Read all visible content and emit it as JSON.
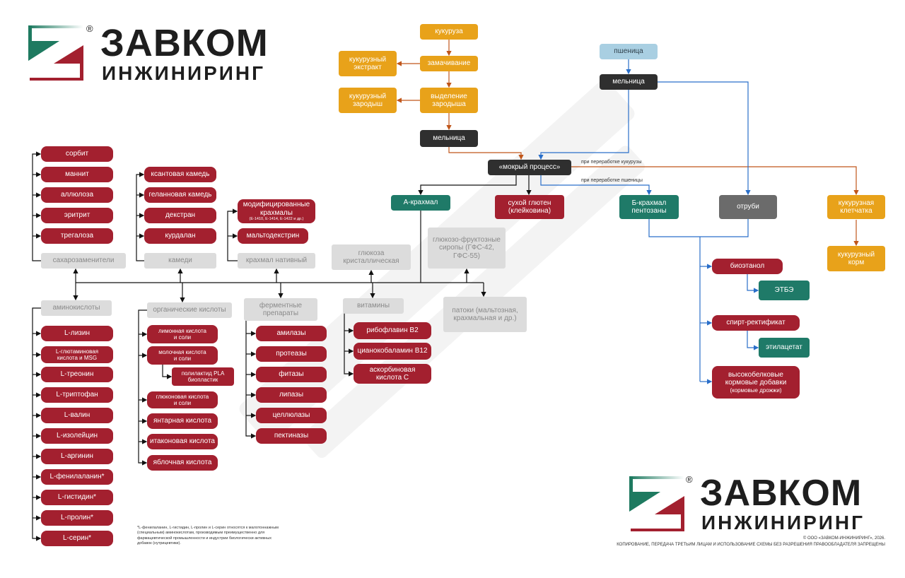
{
  "brand": {
    "line1": "ЗАВКОМ",
    "line2": "ИНЖИНИРИНГ",
    "registered": "®"
  },
  "watermark": "ЗАВКОМ ИНЖИНИРИНГ",
  "colors": {
    "corn": "#e8a21a",
    "product": "#a3202f",
    "process": "#2f2f2f",
    "green": "#1f7a68",
    "raw_wheat": "#a9cfe2",
    "category": "#dcdcdc",
    "corn_line": "#c0561a",
    "wheat_line": "#2a6fc9"
  },
  "corn": {
    "raw": "кукуруза",
    "soaking": "замачивание",
    "extract": "кукурузный\nэкстракт",
    "germ_sep": "выделение\nзародыша",
    "germ": "кукурузный\nзародыш",
    "mill": "мельница",
    "fiber": "кукурузная\nклетчатка",
    "feed": "кукурузный\nкорм"
  },
  "wheat": {
    "raw": "пшеница",
    "mill": "мельница",
    "b_starch": "Б-крахмал\nпентозаны",
    "bran": "отруби"
  },
  "wet": {
    "process": "«мокрый процесс»",
    "corn_label": "при переработке кукурузы",
    "wheat_label": "при переработке пшеницы",
    "a_starch": "А-крахмал",
    "gluten": "сухой глютен\n(клейковина)"
  },
  "fermentation": {
    "bioethanol": "биоэтанол",
    "etbe": "ЭТБЭ",
    "rectified": "спирт-ректификат",
    "ethyl_acetate": "этилацетат",
    "protein_feed": "высокобелковые\nкормовые добавки",
    "protein_feed_sub": "(кормовые дрожжи)"
  },
  "sweeteners": {
    "label": "сахарозаменители",
    "items": [
      "сорбит",
      "маннит",
      "аллюлоза",
      "эритрит",
      "трегалоза"
    ]
  },
  "gums": {
    "label": "камеди",
    "items": [
      "ксантовая камедь",
      "геланновая камедь",
      "декстран",
      "курдалан"
    ]
  },
  "starch": {
    "label": "крахмал нативный",
    "modified": "модифицированные\nкрахмалы",
    "modified_sub": "(Е-1410, Е-1414, Е-1422 и др.)",
    "maltodextrin": "мальтодекстрин"
  },
  "glucose": "глюкоза\nкристаллическая",
  "syrups": "глюкозо-фруктозные\nсиропы (ГФС-42,\nГФС-55)",
  "molasses": "патоки (мальтозная,\nкрахмальная и др.)",
  "amino": {
    "label": "аминокислоты",
    "items": [
      "L-лизин",
      "L-глютаминовая\nкислота и MSG",
      "L-треонин",
      "L-триптофан",
      "L-валин",
      "L-изолейцин",
      "L-аргинин",
      "L-фенилаланин*",
      "L-гистидин*",
      "L-пролин*",
      "L-серин*"
    ]
  },
  "organic": {
    "label": "органические кислоты",
    "items": [
      "лимонная кислота\nи соли",
      "молочная кислота\nи соли",
      "глюконовая кислота\nи соли",
      "янтарная кислота",
      "итаконовая кислота",
      "яблочная кислота"
    ],
    "pla": "полилактид PLA\nбиопластик"
  },
  "enzymes": {
    "label": "ферментные\nпрепараты",
    "items": [
      "амилазы",
      "протеазы",
      "фитазы",
      "липазы",
      "целлюлазы",
      "пектиназы"
    ]
  },
  "vitamins": {
    "label": "витамины",
    "items": [
      "рибофлавин B2",
      "цианокобаламин B12",
      "аскорбиновая\nкислота C"
    ]
  },
  "footnote": "*L-фенилаланин, L-гистидин, L-пролин и L-серин относятся к малотоннажным (специальным) аминокислотам, производимым преимущественно для фармацевтической промышленности и индустрии биологически активных добавок (нутрицевтики).",
  "copyright": "© ООО «ЗАВКОМ-ИНЖИНИРИНГ», 2026.",
  "rights": "КОПИРОВАНИЕ, ПЕРЕДАЧА ТРЕТЬИМ ЛИЦАМ И ИСПОЛЬЗОВАНИЕ СХЕМЫ БЕЗ РАЗРЕШЕНИЯ ПРАВООБЛАДАТЕЛЯ ЗАПРЕЩЕНЫ"
}
